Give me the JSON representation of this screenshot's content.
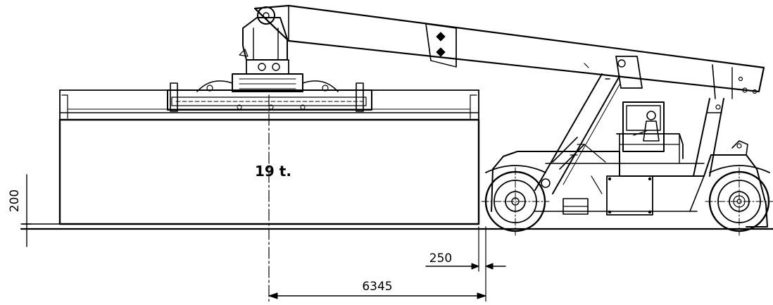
{
  "drawing": {
    "load_label": "19 t.",
    "dim_height": "200",
    "dim_offset": "250",
    "dim_reach": "6345"
  },
  "colors": {
    "line": "#000000",
    "background": "#ffffff"
  }
}
